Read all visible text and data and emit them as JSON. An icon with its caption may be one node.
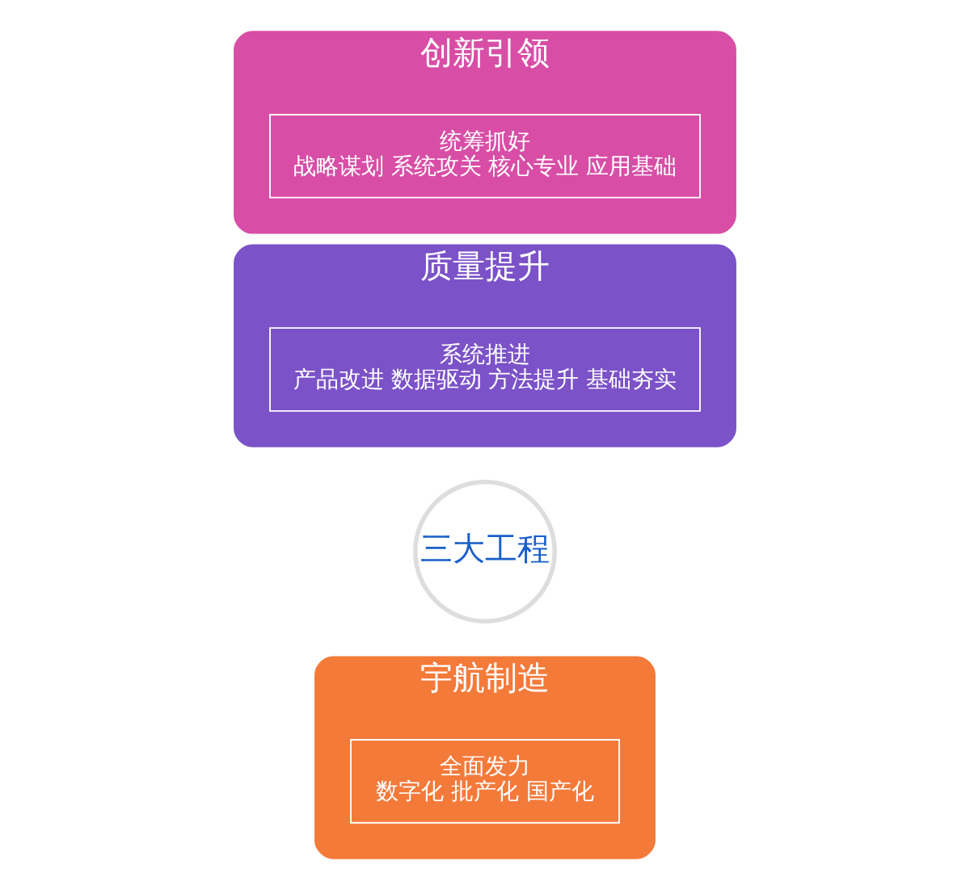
{
  "diagram": {
    "nodes": [
      {
        "text": [
          "宇航制造"
        ]
      },
      {
        "text": [
          "全面发力",
          "数字化 批产化 国产化"
        ],
        "in": 0
      },
      {
        "text": [
          "三大工程"
        ]
      },
      {
        "text": [
          "质量提升"
        ]
      },
      {
        "text": [
          "系统推进",
          "产品改进 数据驱动 方法提升 基础夯实"
        ],
        "in": 3
      },
      {
        "text": [
          "创新引领"
        ]
      },
      {
        "text": [
          "统筹抓好",
          "战略谋划 系统攻关 核心专业 应用基础"
        ],
        "in": 5
      }
    ],
    "edges": []
  }
}
